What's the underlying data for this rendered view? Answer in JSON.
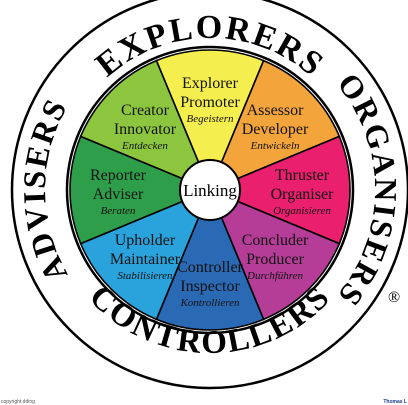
{
  "outer_labels": [
    {
      "text": "EXPLORERS"
    },
    {
      "text": "ORGANISERS"
    },
    {
      "text": "CONTROLLERS"
    },
    {
      "text": "ADVISERS"
    }
  ],
  "center": {
    "label": "Linking"
  },
  "registered_mark": "®",
  "segments": [
    {
      "id": "explorer",
      "line1": "Explorer",
      "line2": "Promoter",
      "german": "Begeistern",
      "color": "#f5ee4f"
    },
    {
      "id": "assessor",
      "line1": "Assessor",
      "line2": "Developer",
      "german": "Entwickeln",
      "color": "#f3a43b"
    },
    {
      "id": "thruster",
      "line1": "Thruster",
      "line2": "Organiser",
      "german": "Organisieren",
      "color": "#ea1f6e"
    },
    {
      "id": "concluder",
      "line1": "Concluder",
      "line2": "Producer",
      "german": "Durchführen",
      "color": "#b53d97"
    },
    {
      "id": "controller",
      "line1": "Controller",
      "line2": "Inspector",
      "german": "Kontrollieren",
      "color": "#2a69b4"
    },
    {
      "id": "upholder",
      "line1": "Upholder",
      "line2": "Maintainer",
      "german": "Stabilisieren",
      "color": "#2aa3dc"
    },
    {
      "id": "reporter",
      "line1": "Reporter",
      "line2": "Adviser",
      "german": "Beraten",
      "color": "#2f9e4b"
    },
    {
      "id": "creator",
      "line1": "Creator",
      "line2": "Innovator",
      "german": "Entdecken",
      "color": "#8cc63f"
    }
  ],
  "footer": {
    "left": "copyright dding",
    "right": "Thomas L"
  }
}
